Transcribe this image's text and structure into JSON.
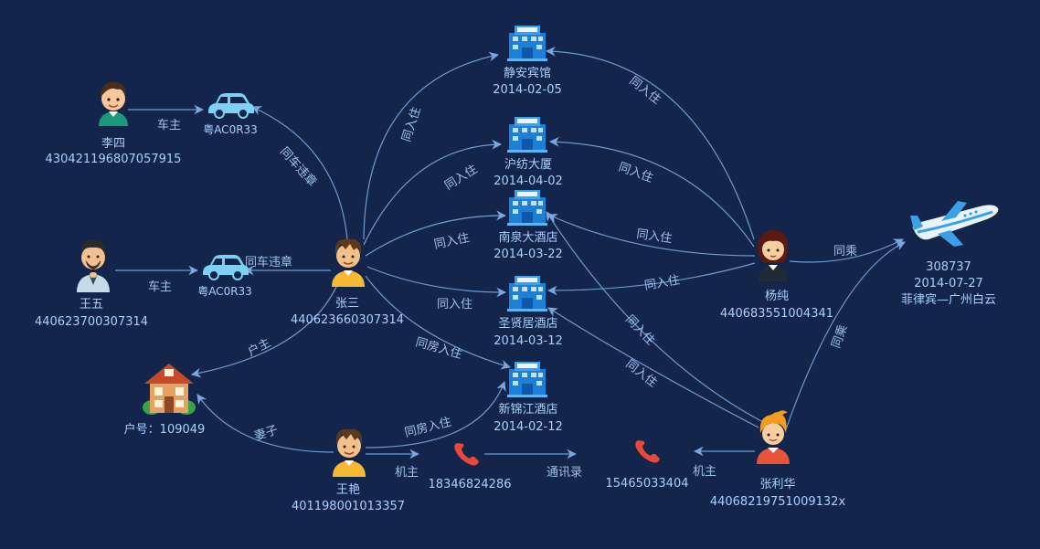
{
  "nodes": {
    "lisi": {
      "name": "李四",
      "id": "430421196807057915"
    },
    "car1": {
      "plate": "粤AC0R33"
    },
    "wangwu": {
      "name": "王五",
      "id": "440623700307314"
    },
    "car2": {
      "plate": "粤AC0R33"
    },
    "zhangsan": {
      "name": "张三",
      "id": "440623660307314"
    },
    "house": {
      "label": "户号：109049"
    },
    "wangyan": {
      "name": "王艳",
      "id": "401198001013357"
    },
    "phone1": {
      "number": "18346824286"
    },
    "phone2": {
      "number": "15465033404"
    },
    "zhanglihua": {
      "name": "张利华",
      "id": "44068219751009132x"
    },
    "yangchun": {
      "name": "杨纯",
      "id": "440683551004341"
    },
    "flight": {
      "code": "308737",
      "date": "2014-07-27",
      "route": "菲律宾—广州白云"
    },
    "hotel1": {
      "name": "静安宾馆",
      "date": "2014-02-05"
    },
    "hotel2": {
      "name": "沪纺大厦",
      "date": "2014-04-02"
    },
    "hotel3": {
      "name": "南泉大酒店",
      "date": "2014-03-22"
    },
    "hotel4": {
      "name": "圣贤居酒店",
      "date": "2014-03-12"
    },
    "hotel5": {
      "name": "新锦江酒店",
      "date": "2014-02-12"
    }
  },
  "edges": {
    "owner": "车主",
    "same_violation": "同车违章",
    "householder": "户主",
    "wife": "妻子",
    "same_stay": "同入住",
    "same_room": "同房入住",
    "phone_owner": "机主",
    "call_log": "通讯录",
    "same_ride": "同乘"
  },
  "icon_names": [
    "person-icon",
    "car-icon",
    "hotel-icon",
    "house-icon",
    "phone-icon",
    "airplane-icon"
  ],
  "colors": {
    "background": "#13254a",
    "edge": "#6f9ad0",
    "label": "#a9d0ff",
    "building": "#2a8be0"
  }
}
